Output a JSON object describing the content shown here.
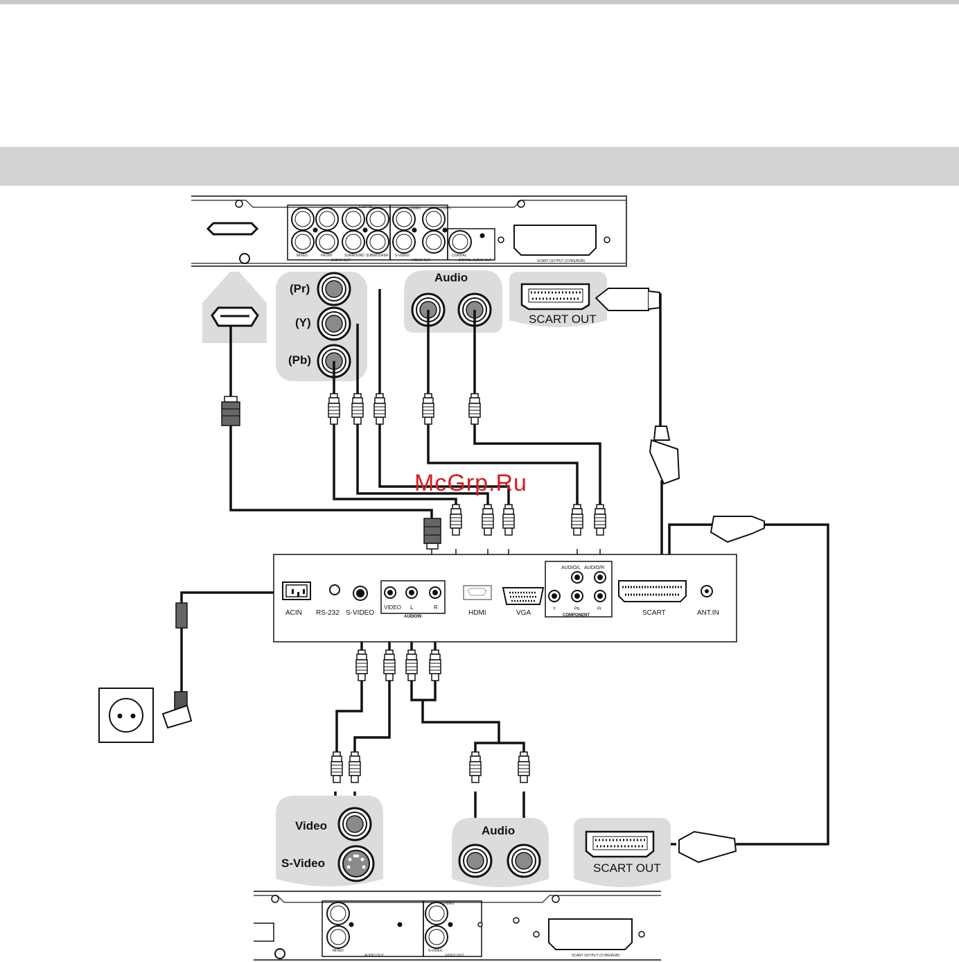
{
  "watermark": "McGrp.Ru",
  "player_top": {
    "audio_out_label": "AUDIO OUT",
    "video_out_label": "VIDEO OUT",
    "digital_audio_out_label": "DIGITAL AUDIO OUT",
    "scart_output_label": "SCART OUTPUT (CVBS/RGB)",
    "jack_labels": [
      "MIXED",
      "FRONT",
      "SURROUND",
      "SUBWOOFER",
      "CENTRE",
      "VIDEO",
      "S-VIDEO",
      "CO/P1",
      "COAXIAL"
    ]
  },
  "callouts_top": {
    "component": [
      "(Pr)",
      "(Y)",
      "(Pb)"
    ],
    "audio": "Audio",
    "scart": "SCART OUT"
  },
  "tv_panel": {
    "labels": [
      "ACIN",
      "RS-232",
      "S-VIDEO",
      "VIDEO",
      "L",
      "R",
      "AUDIOIN",
      "HDMI",
      "VGA",
      "COMPONENT",
      "AUDIO/L",
      "AUDIO/R",
      "Y",
      "Pb",
      "Pr",
      "SCART",
      "ANT.IN"
    ]
  },
  "callouts_bottom": {
    "video": "Video",
    "svideo": "S-Video",
    "audio": "Audio",
    "scart": "SCART OUT"
  },
  "player_bottom": {
    "audio_out_label": "AUDIO OUT",
    "video_out_label": "VIDEO OUT",
    "scart_output_label": "SCART OUTPUT (CVBS/RGB)",
    "jack_labels": [
      "MIXED",
      "S-VIDEO",
      "VIDEO"
    ]
  }
}
